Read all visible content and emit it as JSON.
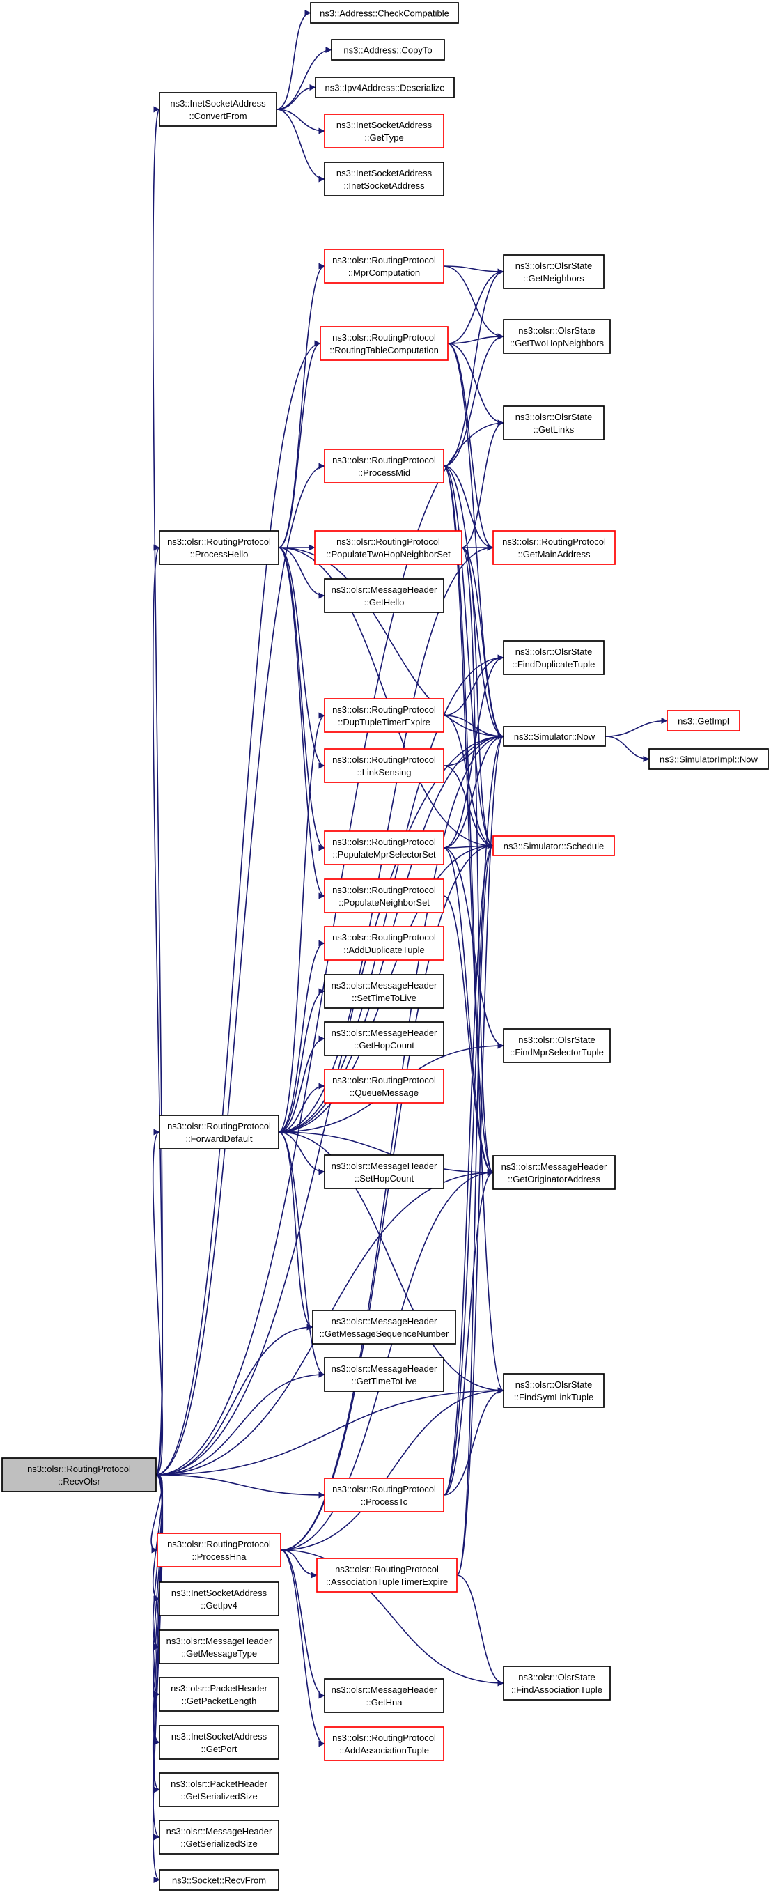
{
  "colors": {
    "edge": "#191970",
    "normal_border": "#000000",
    "truncated_border": "#ff0000",
    "root_fill": "#bfbfbf",
    "node_fill": "#ffffff",
    "text": "#000000"
  },
  "root": "RecvOlsr",
  "nodes": [
    {
      "id": "RecvOlsr",
      "lines": [
        "ns3::olsr::RoutingProtocol",
        "::RecvOlsr"
      ],
      "style": "root",
      "interactable": true
    },
    {
      "id": "ConvertFrom",
      "lines": [
        "ns3::InetSocketAddress",
        "::ConvertFrom"
      ],
      "style": "normal",
      "interactable": true
    },
    {
      "id": "CheckCompatible",
      "lines": [
        "ns3::Address::CheckCompatible"
      ],
      "style": "normal",
      "interactable": true
    },
    {
      "id": "CopyTo",
      "lines": [
        "ns3::Address::CopyTo"
      ],
      "style": "normal",
      "interactable": true
    },
    {
      "id": "Deserialize",
      "lines": [
        "ns3::Ipv4Address::Deserialize"
      ],
      "style": "normal",
      "interactable": true
    },
    {
      "id": "GetType",
      "lines": [
        "ns3::InetSocketAddress",
        "::GetType"
      ],
      "style": "truncated",
      "interactable": true
    },
    {
      "id": "InetSocketAddress",
      "lines": [
        "ns3::InetSocketAddress",
        "::InetSocketAddress"
      ],
      "style": "normal",
      "interactable": true
    },
    {
      "id": "MprComputation",
      "lines": [
        "ns3::olsr::RoutingProtocol",
        "::MprComputation"
      ],
      "style": "truncated",
      "interactable": true
    },
    {
      "id": "RoutingTableComputation",
      "lines": [
        "ns3::olsr::RoutingProtocol",
        "::RoutingTableComputation"
      ],
      "style": "truncated",
      "interactable": true
    },
    {
      "id": "ProcessMid",
      "lines": [
        "ns3::olsr::RoutingProtocol",
        "::ProcessMid"
      ],
      "style": "truncated",
      "interactable": true
    },
    {
      "id": "PopulateTwoHopNeighborSet",
      "lines": [
        "ns3::olsr::RoutingProtocol",
        "::PopulateTwoHopNeighborSet"
      ],
      "style": "truncated",
      "interactable": true
    },
    {
      "id": "GetHello",
      "lines": [
        "ns3::olsr::MessageHeader",
        "::GetHello"
      ],
      "style": "normal",
      "interactable": true
    },
    {
      "id": "GetNeighbors",
      "lines": [
        "ns3::olsr::OlsrState",
        "::GetNeighbors"
      ],
      "style": "normal",
      "interactable": true
    },
    {
      "id": "GetTwoHopNeighbors",
      "lines": [
        "ns3::olsr::OlsrState",
        "::GetTwoHopNeighbors"
      ],
      "style": "normal",
      "interactable": true
    },
    {
      "id": "GetLinks",
      "lines": [
        "ns3::olsr::OlsrState",
        "::GetLinks"
      ],
      "style": "normal",
      "interactable": true
    },
    {
      "id": "GetMainAddress",
      "lines": [
        "ns3::olsr::RoutingProtocol",
        "::GetMainAddress"
      ],
      "style": "truncated",
      "interactable": true
    },
    {
      "id": "FindDuplicateTuple",
      "lines": [
        "ns3::olsr::OlsrState",
        "::FindDuplicateTuple"
      ],
      "style": "normal",
      "interactable": true
    },
    {
      "id": "ProcessHello",
      "lines": [
        "ns3::olsr::RoutingProtocol",
        "::ProcessHello"
      ],
      "style": "normal",
      "interactable": true
    },
    {
      "id": "DupTupleTimerExpire",
      "lines": [
        "ns3::olsr::RoutingProtocol",
        "::DupTupleTimerExpire"
      ],
      "style": "truncated",
      "interactable": true
    },
    {
      "id": "LinkSensing",
      "lines": [
        "ns3::olsr::RoutingProtocol",
        "::LinkSensing"
      ],
      "style": "truncated",
      "interactable": true
    },
    {
      "id": "PopulateMprSelectorSet",
      "lines": [
        "ns3::olsr::RoutingProtocol",
        "::PopulateMprSelectorSet"
      ],
      "style": "truncated",
      "interactable": true
    },
    {
      "id": "PopulateNeighborSet",
      "lines": [
        "ns3::olsr::RoutingProtocol",
        "::PopulateNeighborSet"
      ],
      "style": "truncated",
      "interactable": true
    },
    {
      "id": "SimulatorNow",
      "lines": [
        "ns3::Simulator::Now"
      ],
      "style": "normal",
      "interactable": true
    },
    {
      "id": "SimulatorSchedule",
      "lines": [
        "ns3::Simulator::Schedule"
      ],
      "style": "truncated",
      "interactable": true
    },
    {
      "id": "GetImpl",
      "lines": [
        "ns3::GetImpl"
      ],
      "style": "truncated",
      "interactable": true
    },
    {
      "id": "SimulatorImplNow",
      "lines": [
        "ns3::SimulatorImpl::Now"
      ],
      "style": "normal",
      "interactable": true
    },
    {
      "id": "AddDuplicateTuple",
      "lines": [
        "ns3::olsr::RoutingProtocol",
        "::AddDuplicateTuple"
      ],
      "style": "truncated",
      "interactable": true
    },
    {
      "id": "SetTimeToLive",
      "lines": [
        "ns3::olsr::MessageHeader",
        "::SetTimeToLive"
      ],
      "style": "normal",
      "interactable": true
    },
    {
      "id": "GetHopCount",
      "lines": [
        "ns3::olsr::MessageHeader",
        "::GetHopCount"
      ],
      "style": "normal",
      "interactable": true
    },
    {
      "id": "QueueMessage",
      "lines": [
        "ns3::olsr::RoutingProtocol",
        "::QueueMessage"
      ],
      "style": "truncated",
      "interactable": true
    },
    {
      "id": "ForwardDefault",
      "lines": [
        "ns3::olsr::RoutingProtocol",
        "::ForwardDefault"
      ],
      "style": "normal",
      "interactable": true
    },
    {
      "id": "SetHopCount",
      "lines": [
        "ns3::olsr::MessageHeader",
        "::SetHopCount"
      ],
      "style": "normal",
      "interactable": true
    },
    {
      "id": "FindMprSelectorTuple",
      "lines": [
        "ns3::olsr::OlsrState",
        "::FindMprSelectorTuple"
      ],
      "style": "normal",
      "interactable": true
    },
    {
      "id": "GetOriginatorAddress",
      "lines": [
        "ns3::olsr::MessageHeader",
        "::GetOriginatorAddress"
      ],
      "style": "normal",
      "interactable": true
    },
    {
      "id": "GetMessageSequenceNumber",
      "lines": [
        "ns3::olsr::MessageHeader",
        "::GetMessageSequenceNumber"
      ],
      "style": "normal",
      "interactable": true
    },
    {
      "id": "GetTimeToLive",
      "lines": [
        "ns3::olsr::MessageHeader",
        "::GetTimeToLive"
      ],
      "style": "normal",
      "interactable": true
    },
    {
      "id": "FindSymLinkTuple",
      "lines": [
        "ns3::olsr::OlsrState",
        "::FindSymLinkTuple"
      ],
      "style": "normal",
      "interactable": true
    },
    {
      "id": "ProcessTc",
      "lines": [
        "ns3::olsr::RoutingProtocol",
        "::ProcessTc"
      ],
      "style": "truncated",
      "interactable": true
    },
    {
      "id": "ProcessHna",
      "lines": [
        "ns3::olsr::RoutingProtocol",
        "::ProcessHna"
      ],
      "style": "truncated",
      "interactable": true
    },
    {
      "id": "AssociationTupleTimerExpire",
      "lines": [
        "ns3::olsr::RoutingProtocol",
        "::AssociationTupleTimerExpire"
      ],
      "style": "truncated",
      "interactable": true
    },
    {
      "id": "FindAssociationTuple",
      "lines": [
        "ns3::olsr::OlsrState",
        "::FindAssociationTuple"
      ],
      "style": "normal",
      "interactable": true
    },
    {
      "id": "GetHna",
      "lines": [
        "ns3::olsr::MessageHeader",
        "::GetHna"
      ],
      "style": "normal",
      "interactable": true
    },
    {
      "id": "AddAssociationTuple",
      "lines": [
        "ns3::olsr::RoutingProtocol",
        "::AddAssociationTuple"
      ],
      "style": "truncated",
      "interactable": true
    },
    {
      "id": "GetIpv4",
      "lines": [
        "ns3::InetSocketAddress",
        "::GetIpv4"
      ],
      "style": "normal",
      "interactable": true
    },
    {
      "id": "GetMessageType",
      "lines": [
        "ns3::olsr::MessageHeader",
        "::GetMessageType"
      ],
      "style": "normal",
      "interactable": true
    },
    {
      "id": "GetPacketLength",
      "lines": [
        "ns3::olsr::PacketHeader",
        "::GetPacketLength"
      ],
      "style": "normal",
      "interactable": true
    },
    {
      "id": "GetPort",
      "lines": [
        "ns3::InetSocketAddress",
        "::GetPort"
      ],
      "style": "normal",
      "interactable": true
    },
    {
      "id": "PacketGetSerializedSize",
      "lines": [
        "ns3::olsr::PacketHeader",
        "::GetSerializedSize"
      ],
      "style": "normal",
      "interactable": true
    },
    {
      "id": "MessageGetSerializedSize",
      "lines": [
        "ns3::olsr::MessageHeader",
        "::GetSerializedSize"
      ],
      "style": "normal",
      "interactable": true
    },
    {
      "id": "RecvFrom",
      "lines": [
        "ns3::Socket::RecvFrom"
      ],
      "style": "normal",
      "interactable": true
    }
  ],
  "edges": [
    [
      "RecvOlsr",
      "ConvertFrom"
    ],
    [
      "ConvertFrom",
      "CheckCompatible"
    ],
    [
      "ConvertFrom",
      "CopyTo"
    ],
    [
      "ConvertFrom",
      "Deserialize"
    ],
    [
      "ConvertFrom",
      "GetType"
    ],
    [
      "ConvertFrom",
      "InetSocketAddress"
    ],
    [
      "RecvOlsr",
      "ProcessHello"
    ],
    [
      "RecvOlsr",
      "ForwardDefault"
    ],
    [
      "RecvOlsr",
      "ProcessTc"
    ],
    [
      "RecvOlsr",
      "ProcessHna"
    ],
    [
      "RecvOlsr",
      "ProcessMid"
    ],
    [
      "RecvOlsr",
      "RoutingTableComputation"
    ],
    [
      "RecvOlsr",
      "GetLinks"
    ],
    [
      "RecvOlsr",
      "GetMessageSequenceNumber"
    ],
    [
      "RecvOlsr",
      "GetTimeToLive"
    ],
    [
      "RecvOlsr",
      "GetOriginatorAddress"
    ],
    [
      "RecvOlsr",
      "FindSymLinkTuple"
    ],
    [
      "RecvOlsr",
      "SimulatorNow"
    ],
    [
      "RecvOlsr",
      "GetIpv4"
    ],
    [
      "RecvOlsr",
      "GetMessageType"
    ],
    [
      "RecvOlsr",
      "GetPacketLength"
    ],
    [
      "RecvOlsr",
      "GetPort"
    ],
    [
      "RecvOlsr",
      "PacketGetSerializedSize"
    ],
    [
      "RecvOlsr",
      "MessageGetSerializedSize"
    ],
    [
      "RecvOlsr",
      "RecvFrom"
    ],
    [
      "ProcessHello",
      "MprComputation"
    ],
    [
      "ProcessHello",
      "RoutingTableComputation"
    ],
    [
      "ProcessHello",
      "PopulateTwoHopNeighborSet"
    ],
    [
      "ProcessHello",
      "GetHello"
    ],
    [
      "ProcessHello",
      "LinkSensing"
    ],
    [
      "ProcessHello",
      "PopulateMprSelectorSet"
    ],
    [
      "ProcessHello",
      "PopulateNeighborSet"
    ],
    [
      "ProcessHello",
      "SimulatorNow"
    ],
    [
      "ProcessHello",
      "SimulatorSchedule"
    ],
    [
      "MprComputation",
      "GetNeighbors"
    ],
    [
      "MprComputation",
      "GetTwoHopNeighbors"
    ],
    [
      "RoutingTableComputation",
      "GetNeighbors"
    ],
    [
      "RoutingTableComputation",
      "GetTwoHopNeighbors"
    ],
    [
      "RoutingTableComputation",
      "GetLinks"
    ],
    [
      "RoutingTableComputation",
      "GetMainAddress"
    ],
    [
      "RoutingTableComputation",
      "SimulatorNow"
    ],
    [
      "ProcessMid",
      "GetMainAddress"
    ],
    [
      "ProcessMid",
      "FindSymLinkTuple"
    ],
    [
      "ProcessMid",
      "GetOriginatorAddress"
    ],
    [
      "ProcessMid",
      "SimulatorNow"
    ],
    [
      "ProcessMid",
      "SimulatorSchedule"
    ],
    [
      "ProcessMid",
      "GetNeighbors"
    ],
    [
      "ProcessMid",
      "GetTwoHopNeighbors"
    ],
    [
      "PopulateTwoHopNeighborSet",
      "GetLinks"
    ],
    [
      "PopulateTwoHopNeighborSet",
      "GetMainAddress"
    ],
    [
      "PopulateTwoHopNeighborSet",
      "SimulatorNow"
    ],
    [
      "PopulateTwoHopNeighborSet",
      "SimulatorSchedule"
    ],
    [
      "PopulateTwoHopNeighborSet",
      "GetOriginatorAddress"
    ],
    [
      "DupTupleTimerExpire",
      "FindDuplicateTuple"
    ],
    [
      "DupTupleTimerExpire",
      "SimulatorNow"
    ],
    [
      "DupTupleTimerExpire",
      "SimulatorSchedule"
    ],
    [
      "LinkSensing",
      "SimulatorNow"
    ],
    [
      "LinkSensing",
      "SimulatorSchedule"
    ],
    [
      "PopulateMprSelectorSet",
      "SimulatorNow"
    ],
    [
      "PopulateMprSelectorSet",
      "SimulatorSchedule"
    ],
    [
      "PopulateMprSelectorSet",
      "FindMprSelectorTuple"
    ],
    [
      "PopulateMprSelectorSet",
      "GetOriginatorAddress"
    ],
    [
      "PopulateMprSelectorSet",
      "FindDuplicateTuple"
    ],
    [
      "PopulateNeighborSet",
      "GetOriginatorAddress"
    ],
    [
      "SimulatorNow",
      "GetImpl"
    ],
    [
      "SimulatorNow",
      "SimulatorImplNow"
    ],
    [
      "ForwardDefault",
      "DupTupleTimerExpire"
    ],
    [
      "ForwardDefault",
      "AddDuplicateTuple"
    ],
    [
      "ForwardDefault",
      "SetTimeToLive"
    ],
    [
      "ForwardDefault",
      "GetHopCount"
    ],
    [
      "ForwardDefault",
      "QueueMessage"
    ],
    [
      "ForwardDefault",
      "SetHopCount"
    ],
    [
      "ForwardDefault",
      "GetMainAddress"
    ],
    [
      "ForwardDefault",
      "FindDuplicateTuple"
    ],
    [
      "ForwardDefault",
      "SimulatorNow"
    ],
    [
      "ForwardDefault",
      "SimulatorSchedule"
    ],
    [
      "ForwardDefault",
      "FindMprSelectorTuple"
    ],
    [
      "ForwardDefault",
      "GetOriginatorAddress"
    ],
    [
      "ForwardDefault",
      "GetMessageSequenceNumber"
    ],
    [
      "ForwardDefault",
      "GetTimeToLive"
    ],
    [
      "ForwardDefault",
      "FindSymLinkTuple"
    ],
    [
      "ProcessTc",
      "FindSymLinkTuple"
    ],
    [
      "ProcessTc",
      "SimulatorNow"
    ],
    [
      "ProcessTc",
      "SimulatorSchedule"
    ],
    [
      "ProcessTc",
      "GetOriginatorAddress"
    ],
    [
      "ProcessHna",
      "AssociationTupleTimerExpire"
    ],
    [
      "ProcessHna",
      "GetHna"
    ],
    [
      "ProcessHna",
      "AddAssociationTuple"
    ],
    [
      "ProcessHna",
      "FindAssociationTuple"
    ],
    [
      "ProcessHna",
      "FindSymLinkTuple"
    ],
    [
      "ProcessHna",
      "SimulatorNow"
    ],
    [
      "ProcessHna",
      "SimulatorSchedule"
    ],
    [
      "ProcessHna",
      "GetOriginatorAddress"
    ],
    [
      "AssociationTupleTimerExpire",
      "FindAssociationTuple"
    ],
    [
      "AssociationTupleTimerExpire",
      "SimulatorNow"
    ],
    [
      "AssociationTupleTimerExpire",
      "SimulatorSchedule"
    ]
  ]
}
